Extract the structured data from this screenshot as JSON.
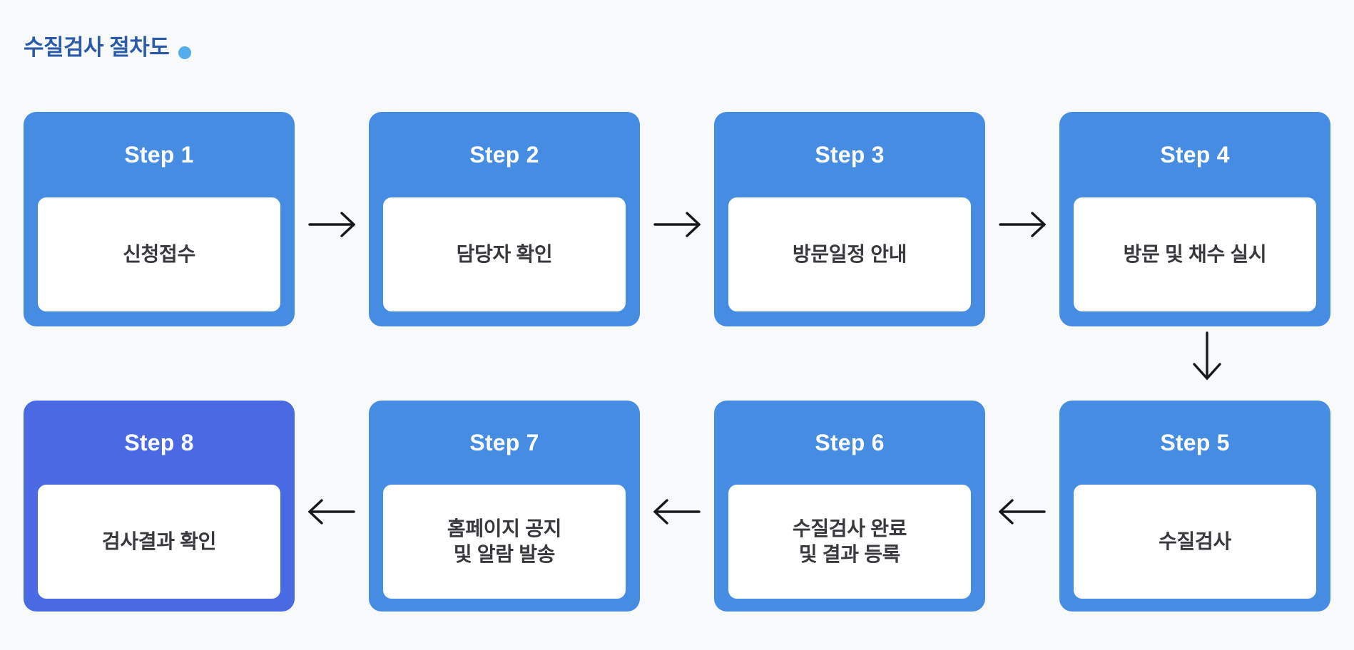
{
  "title": {
    "text": "수질검사 절차도"
  },
  "colors": {
    "background": "#f8f9fa",
    "box_blue": "#458ce2",
    "box_highlight": "#4a6ae4",
    "title_blue": "#2a5aa9",
    "dot_blue": "#56adec",
    "arrow": "#17181a",
    "step_text": "#ffffff",
    "body_text": "#38393d",
    "inner_bg": "#ffffff"
  },
  "steps": [
    {
      "label": "Step 1",
      "text": "신청접수"
    },
    {
      "label": "Step 2",
      "text": "담당자 확인"
    },
    {
      "label": "Step 3",
      "text": "방문일정 안내"
    },
    {
      "label": "Step 4",
      "text": "방문 및 채수 실시"
    },
    {
      "label": "Step 5",
      "text": "수질검사"
    },
    {
      "label": "Step 6",
      "text": "수질검사 완료\n및 결과 등록"
    },
    {
      "label": "Step 7",
      "text": "홈페이지 공지\n및 알람 발송"
    },
    {
      "label": "Step 8",
      "text": "검사결과 확인",
      "highlight": true
    }
  ]
}
